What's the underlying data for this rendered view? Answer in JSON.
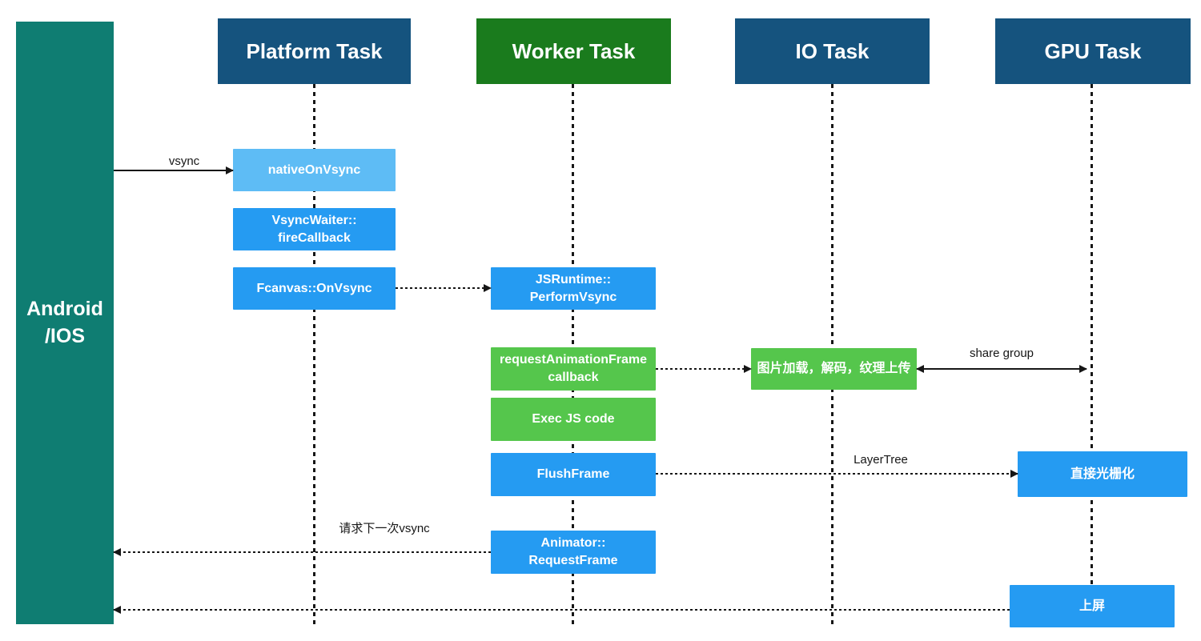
{
  "actor": {
    "label": "Android\n/IOS"
  },
  "headers": {
    "platform": "Platform Task",
    "worker": "Worker Task",
    "io": "IO Task",
    "gpu": "GPU Task"
  },
  "nodes": {
    "native_on_vsync": "nativeOnVsync",
    "vsync_waiter": "VsyncWaiter::\nfireCallback",
    "fcanvas_on_vsync": "Fcanvas::OnVsync",
    "js_runtime": "JSRuntime::\nPerformVsync",
    "raf_callback": "requestAnimationFrame\ncallback",
    "exec_js": "Exec JS code",
    "flush_frame": "FlushFrame",
    "animator": "Animator::\nRequestFrame",
    "image_load": "图片加载，解码，纹理上传",
    "direct_raster": "直接光栅化",
    "on_screen": "上屏"
  },
  "arrow_labels": {
    "vsync": "vsync",
    "share_group": "share group",
    "layer_tree": "LayerTree",
    "request_next_vsync": "请求下一次vsync"
  },
  "colors": {
    "actor_teal": "#0F7D72",
    "header_navy": "#15537E",
    "header_green": "#1A7B1D",
    "node_light_blue": "#5EBCF5",
    "node_blue": "#259BF2",
    "node_green": "#55C64C",
    "arrow_black": "#161616"
  }
}
